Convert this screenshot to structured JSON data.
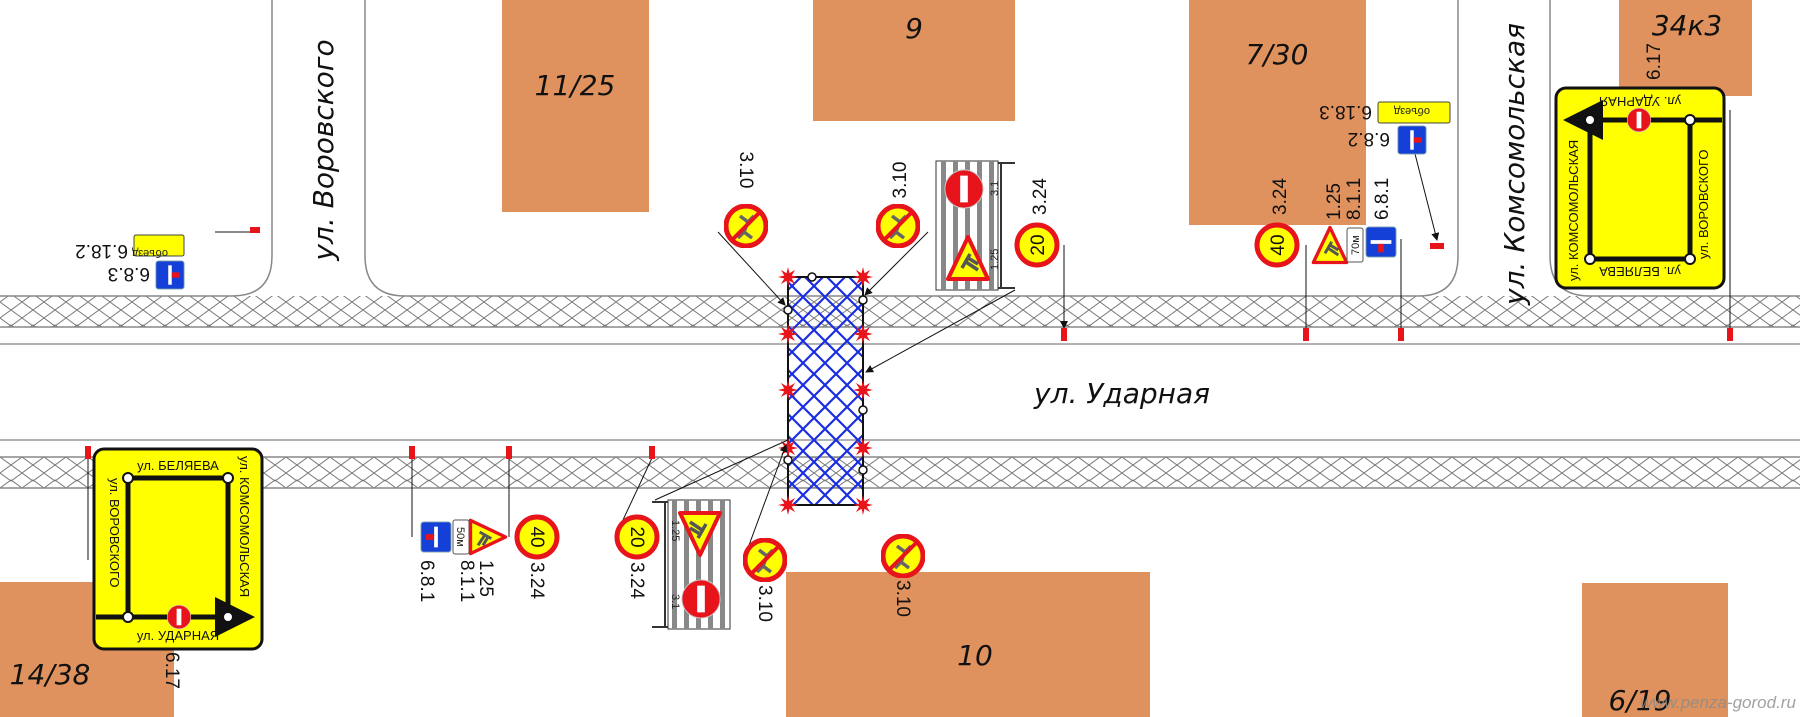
{
  "colors": {
    "building": "#df925e",
    "sign_yellow": "#ffff00",
    "sign_red": "#e8141c",
    "sign_blue": "#1440d8",
    "zone_blue": "#1a2ee0"
  },
  "streets": {
    "vorovskogo": "ул. Воровского",
    "komsomolskaya": "ул. Комсомольская",
    "udarnaya": "ул. Ударная"
  },
  "buildings": {
    "b1": "11/25",
    "b2": "9",
    "b3": "7/30",
    "b4": "34к3",
    "b5": "14/38",
    "b6": "10",
    "b7": "6/19"
  },
  "signs": {
    "s3_10": "3.10",
    "s3_24": "3.24",
    "s3_1": "3.1",
    "s1_25": "1.25",
    "s8_1_1": "8.1.1",
    "s6_8_1": "6.8.1",
    "s6_8_2": "6.8.2",
    "s6_8_3": "6.8.3",
    "s6_18_2": "6.18.2",
    "s6_18_3": "6.18.3",
    "s6_17": "6.17",
    "speed20": "20",
    "speed40": "40",
    "dist50": "50м",
    "dist70": "70м",
    "detour": "объезд"
  },
  "route_sign": {
    "north": "ул. БЕЛЯЕВА",
    "west": "ул. ВОРОВСКОГО",
    "east": "ул. КОМСОМОЛЬСКАЯ",
    "south": "ул. УДАРНАЯ"
  },
  "watermark": "www.penza-gorod.ru"
}
